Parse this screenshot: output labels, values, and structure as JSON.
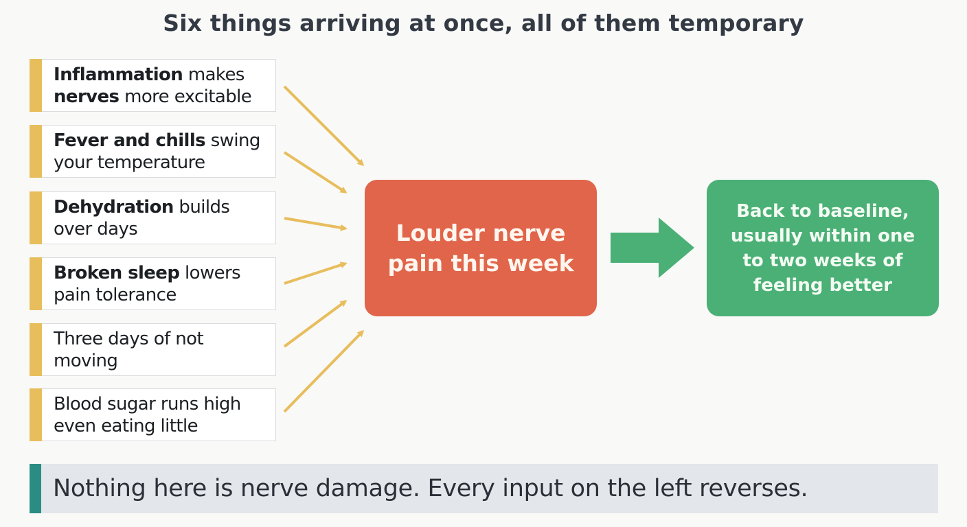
{
  "title": "Six things arriving at once, all of them temporary",
  "causes": [
    {
      "bold": "Inflammation",
      "rest1": " makes ",
      "bold2": "nerves",
      "rest2": " more excitable"
    },
    {
      "bold": "Fever and chills",
      "rest1": " swing your temperature",
      "bold2": "",
      "rest2": ""
    },
    {
      "bold": "Dehydration",
      "rest1": " builds over days",
      "bold2": "",
      "rest2": ""
    },
    {
      "bold": "Broken sleep",
      "rest1": " lowers pain tolerance",
      "bold2": "",
      "rest2": ""
    },
    {
      "bold": "",
      "rest1": "Three days of not moving",
      "bold2": "",
      "rest2": ""
    },
    {
      "bold": "",
      "rest1": "Blood sugar runs high even eating little",
      "bold2": "",
      "rest2": ""
    }
  ],
  "center": {
    "label": "Louder nerve pain this week"
  },
  "result": {
    "label": "Back to baseline, usually within one to two weeks of feeling better"
  },
  "footer": {
    "text": "Nothing here is nerve damage. Every input on the left reverses."
  },
  "colors": {
    "cause_accent": "#e8bd5c",
    "center_box": "#e0654a",
    "result_box": "#4bb076",
    "big_arrow": "#4bb076",
    "footer_accent": "#2a8c82"
  }
}
